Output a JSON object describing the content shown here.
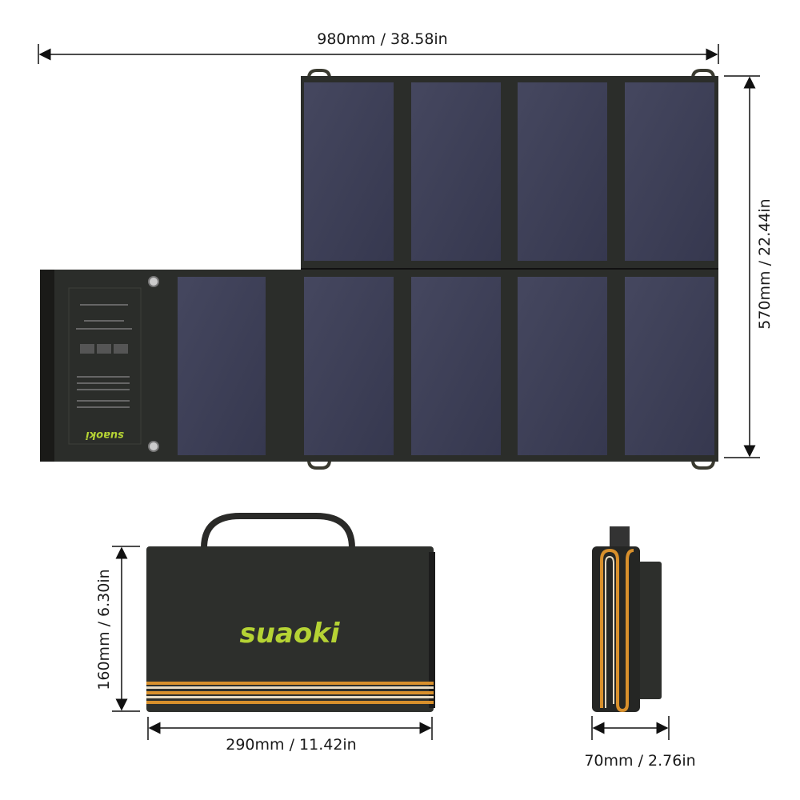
{
  "dimensions": {
    "unfolded_width": "980mm / 38.58in",
    "unfolded_height": "570mm / 22.44in",
    "folded_height": "160mm / 6.30in",
    "folded_width": "290mm / 11.42in",
    "folded_depth": "70mm / 2.76in"
  },
  "brand": {
    "logo": "suaoki",
    "logo_color": "#b5d334"
  },
  "colors": {
    "fabric": "#2b2d2a",
    "cell": "#3d3f58",
    "stripe_orange": "#d8902c",
    "stripe_cream": "#e8dcc4"
  }
}
